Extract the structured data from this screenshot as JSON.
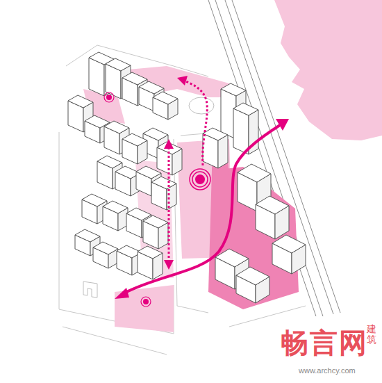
{
  "diagram": {
    "labels": [
      "畅言网",
      "建筑",
      "www.archcy.com"
    ]
  }
}
